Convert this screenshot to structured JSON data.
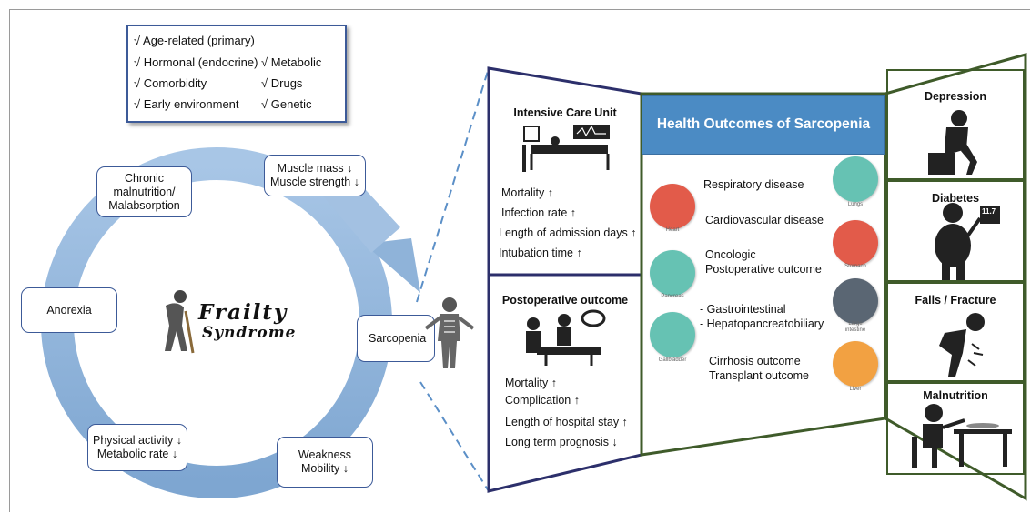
{
  "causes": {
    "age_related": "√ Age-related (primary)",
    "hormonal": "√ Hormonal (endocrine)",
    "metabolic": "√ Metabolic",
    "comorbidity": "√ Comorbidity",
    "drugs": "√  Drugs",
    "early_environment": "√ Early environment",
    "genetic": "√ Genetic"
  },
  "cycle": {
    "title_line1": "Frailty",
    "title_line2": "Syndrome",
    "malnutrition": [
      "Chronic",
      "malnutrition/",
      "Malabsorption"
    ],
    "muscle": [
      "Muscle mass ↓",
      "Muscle strength ↓"
    ],
    "anorexia": "Anorexia",
    "sarcopenia": "Sarcopenia",
    "physical_activity": [
      "Physical activity ↓",
      "Metabolic rate ↓"
    ],
    "weakness": [
      "Weakness",
      "Mobility ↓"
    ]
  },
  "icu": {
    "title": "Intensive Care Unit",
    "items": [
      "Mortality ↑",
      "Infection rate ↑",
      "Length of admission days ↑",
      "Intubation time ↑"
    ]
  },
  "postop": {
    "title": "Postoperative outcome",
    "items": [
      "Mortality ↑",
      "Complication ↑",
      "Length of hospital stay ↑",
      "Long term prognosis ↓"
    ]
  },
  "health_outcomes": {
    "title": "Health Outcomes of Sarcopenia",
    "diseases": {
      "respiratory": "Respiratory disease",
      "cardiovascular": "Cardiovascular disease",
      "oncologic": [
        "Oncologic",
        "Postoperative outcome"
      ],
      "gi": [
        "- Gastrointestinal",
        "- Hepatopancreatobiliary"
      ],
      "cirrhosis": [
        "Cirrhosis outcome",
        "Transplant outcome"
      ]
    },
    "organs": {
      "heart": "Heart",
      "pancreas": "Pancreas",
      "gallbladder": "Gallbladder",
      "lungs": "Lungs",
      "stomach": "Stomach",
      "large_intestine": [
        "Large",
        "intestine"
      ],
      "liver": "Liver"
    }
  },
  "right_panel": {
    "depression": "Depression",
    "diabetes": "Diabetes",
    "glucose_reading": "11.7",
    "falls": "Falls / Fracture",
    "malnutrition": "Malnutrition"
  },
  "colors": {
    "navy_border": "#2c2f6b",
    "green_border": "#3f5b2a",
    "header_blue": "#4b8bc4",
    "arrow_blue": "#8fb3d9",
    "dashed_blue": "#5b8fc7"
  }
}
